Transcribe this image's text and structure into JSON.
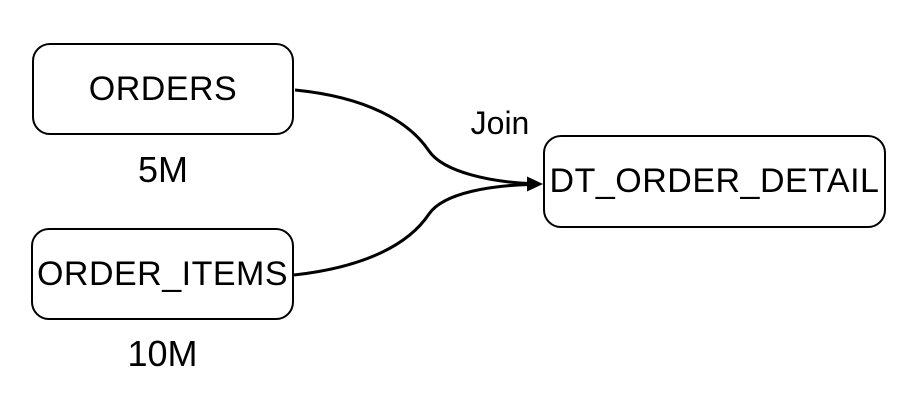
{
  "diagram": {
    "background_color": "#ffffff",
    "stroke_color": "#000000",
    "nodes": {
      "orders": {
        "label": "ORDERS",
        "row_count": "5M"
      },
      "order_items": {
        "label": "ORDER_ITEMS",
        "row_count": "10M"
      },
      "dt_order_detail": {
        "label": "DT_ORDER_DETAIL"
      }
    },
    "edges": {
      "join_label": "Join"
    }
  }
}
